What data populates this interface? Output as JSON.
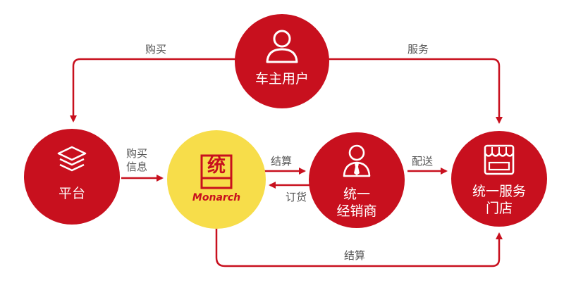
{
  "colors": {
    "node_red": "#c8101e",
    "node_yellow": "#f7dd4a",
    "arrow": "#c8101e",
    "label_text": "#555555"
  },
  "nodes": {
    "car_owner": {
      "label": "车主用户",
      "icon": "user-icon"
    },
    "platform": {
      "label": "平台",
      "icon": "layers-icon"
    },
    "monarch": {
      "logo_char": "统",
      "logo_text": "Monarch",
      "icon": "monarch-logo"
    },
    "dealer": {
      "label_line1": "统一",
      "label_line2": "经销商",
      "icon": "business-person-icon"
    },
    "store": {
      "label_line1": "统一服务",
      "label_line2": "门店",
      "icon": "storefront-icon"
    }
  },
  "edges": {
    "buy_top": "购买",
    "service_top": "服务",
    "buy_info_line1": "购买",
    "buy_info_line2": "信息",
    "settle_mid": "结算",
    "order": "订货",
    "deliver": "配送",
    "settle_bottom": "结算"
  }
}
